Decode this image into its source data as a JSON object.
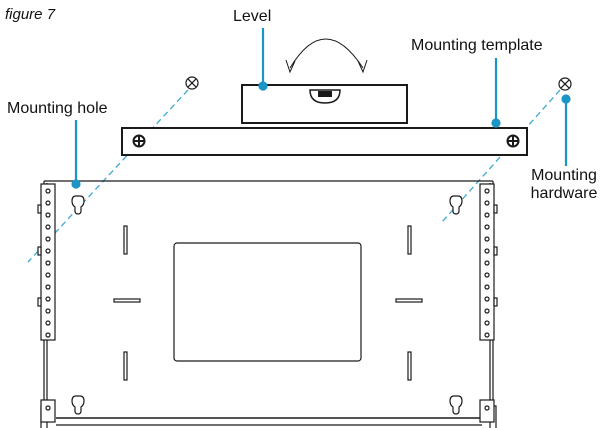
{
  "figure_label": "figure 7",
  "labels": {
    "level": "Level",
    "mounting_template": "Mounting template",
    "mounting_hole": "Mounting hole",
    "mounting_hardware_line1": "Mounting",
    "mounting_hardware_line2": "hardware"
  },
  "colors": {
    "callout": "#1a95c6",
    "stroke": "#1a1a1a",
    "guide": "#3aa9d6"
  }
}
